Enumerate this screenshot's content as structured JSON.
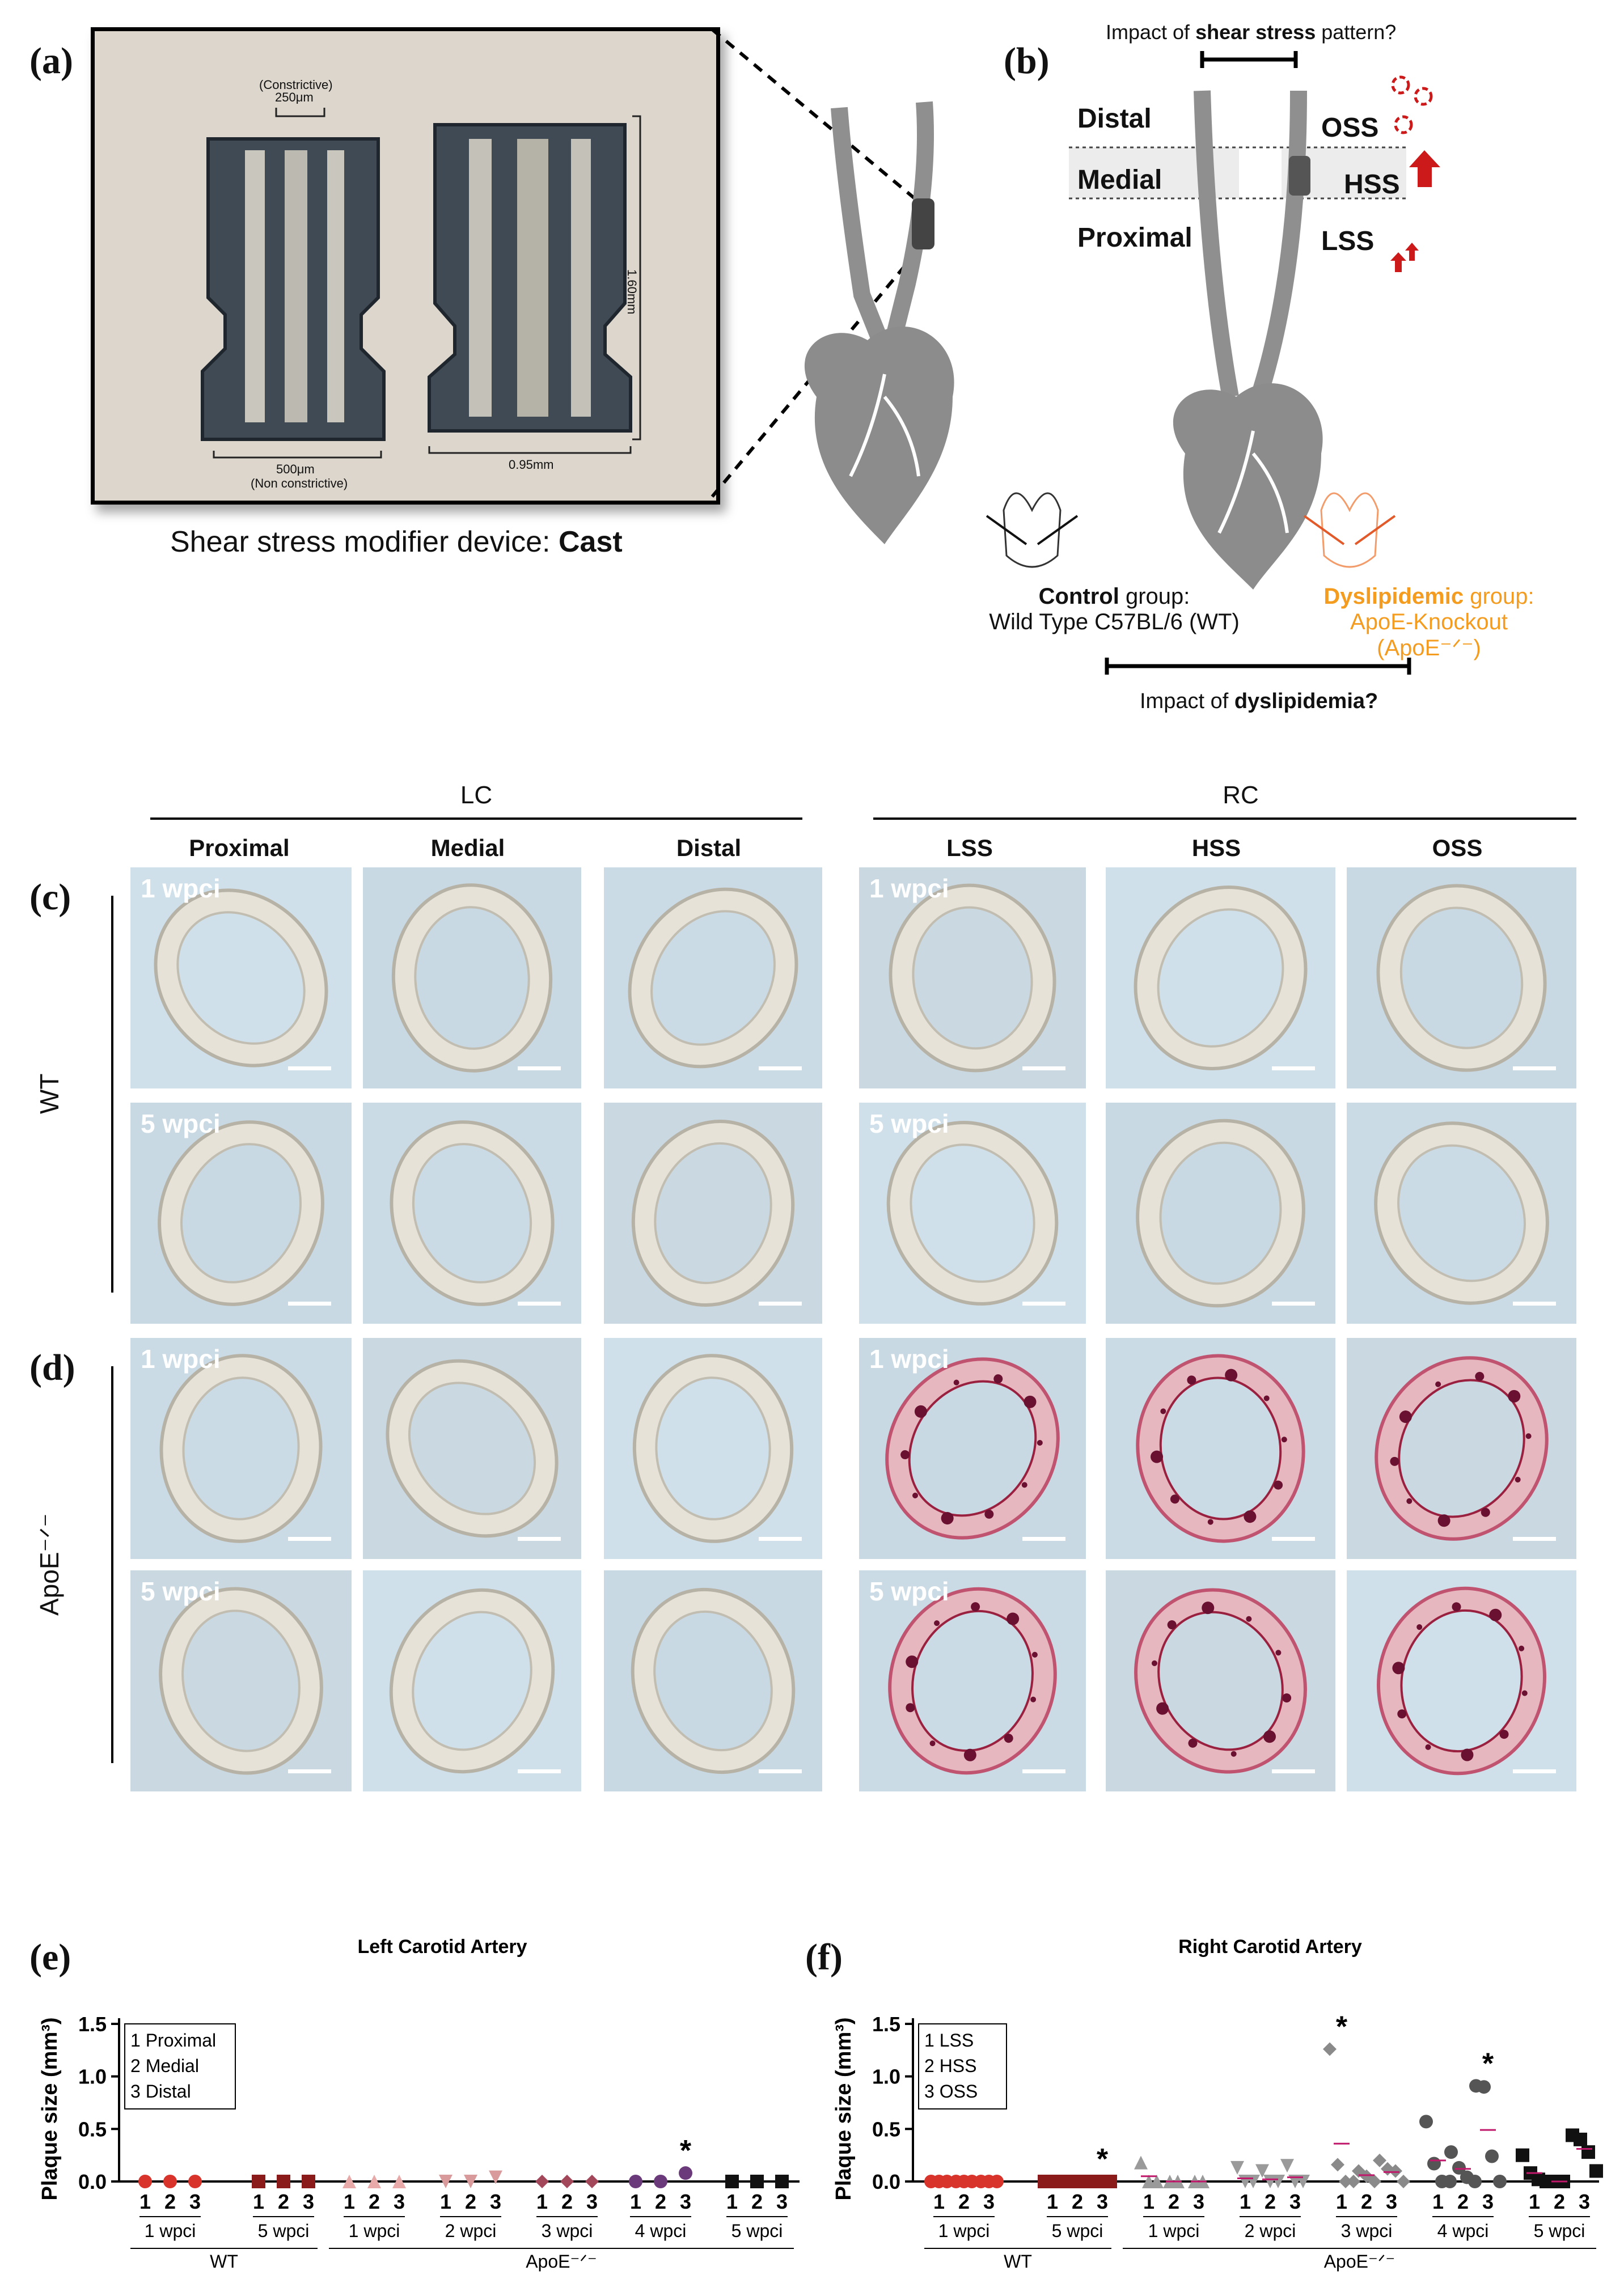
{
  "panel_a": {
    "label": "(a)",
    "constrictive_label": "(Constrictive)",
    "constrictive_size": "250μm",
    "nonconstrictive_size": "500μm",
    "nonconstrictive_label": "(Non constrictive)",
    "height_label": "1.60mm",
    "width_label": "0.95mm",
    "caption_prefix": "Shear stress modifier device: ",
    "caption_bold": "Cast"
  },
  "panel_b": {
    "label": "(b)",
    "top_question_prefix": "Impact of ",
    "top_question_bold": "shear stress",
    "top_question_suffix": " pattern?",
    "left_regions": [
      "Distal",
      "Medial",
      "Proximal"
    ],
    "right_regions": [
      "OSS",
      "HSS",
      "LSS"
    ],
    "control_bold": "Control",
    "control_suffix": " group:",
    "control_line2": "Wild Type C57BL/6 (WT)",
    "dys_bold": "Dyslipidemic",
    "dys_suffix": " group:",
    "dys_line2": "ApoE-Knockout (ApoE⁻ᐟ⁻)",
    "bottom_question_prefix": "Impact of ",
    "bottom_question_bold": "dyslipidemia?",
    "accent_color": "#f39c1f",
    "arrow_color": "#cc1a1a"
  },
  "panel_c": {
    "label": "(c)",
    "row_group": "WT"
  },
  "panel_d": {
    "label": "(d)",
    "row_group": "ApoE⁻ᐟ⁻"
  },
  "grid": {
    "group_lc": "LC",
    "group_rc": "RC",
    "columns": [
      "Proximal",
      "Medial",
      "Distal",
      "LSS",
      "HSS",
      "OSS"
    ],
    "time_labels": [
      "1 wpci",
      "5 wpci",
      "1 wpci",
      "5 wpci"
    ]
  },
  "chart_data": [
    {
      "type": "scatter",
      "panel": "(e)",
      "title": "Left Carotid Artery",
      "ylabel": "Plaque size (mm³)",
      "ylim": [
        0,
        1.5
      ],
      "yticks": [
        "0.0",
        "0.5",
        "1.0",
        "1.5"
      ],
      "legend": [
        "Proximal",
        "Medial",
        "Distal"
      ],
      "legend_position": "top-left",
      "groups": [
        "WT",
        "ApoE⁻ᐟ⁻"
      ],
      "timepoints": [
        {
          "group": "WT",
          "label": "1 wpci",
          "values": [
            0,
            0,
            0
          ],
          "color": "#d9342b",
          "marker": "circle"
        },
        {
          "group": "WT",
          "label": "5 wpci",
          "values": [
            0,
            0,
            0
          ],
          "color": "#8b1a1a",
          "marker": "square"
        },
        {
          "group": "ApoE⁻ᐟ⁻",
          "label": "1 wpci",
          "values": [
            0,
            0,
            0
          ],
          "color": "#e8a9a9",
          "marker": "triangle-up"
        },
        {
          "group": "ApoE⁻ᐟ⁻",
          "label": "2 wpci",
          "values": [
            0,
            0,
            0.04
          ],
          "color": "#d89a9a",
          "marker": "triangle-down"
        },
        {
          "group": "ApoE⁻ᐟ⁻",
          "label": "3 wpci",
          "values": [
            0,
            0,
            0
          ],
          "color": "#a3475a",
          "marker": "diamond"
        },
        {
          "group": "ApoE⁻ᐟ⁻",
          "label": "4 wpci",
          "values": [
            0,
            0,
            0.08
          ],
          "color": "#6b3a7a",
          "marker": "circle"
        },
        {
          "group": "ApoE⁻ᐟ⁻",
          "label": "5 wpci",
          "values": [
            0,
            0,
            0
          ],
          "color": "#111111",
          "marker": "square"
        }
      ],
      "significance": [
        {
          "timepoint": "4 wpci",
          "region": 3,
          "mark": "*"
        }
      ]
    },
    {
      "type": "scatter",
      "panel": "(f)",
      "title": "Right Carotid Artery",
      "ylabel": "Plaque size (mm³)",
      "ylim": [
        0,
        1.5
      ],
      "yticks": [
        "0.0",
        "0.5",
        "1.0",
        "1.5"
      ],
      "legend": [
        "LSS",
        "HSS",
        "OSS"
      ],
      "legend_position": "top-left",
      "groups": [
        "WT",
        "ApoE⁻ᐟ⁻"
      ],
      "timepoints": [
        {
          "group": "WT",
          "label": "1 wpci",
          "values": [
            [
              0,
              0,
              0
            ],
            [
              0,
              0,
              0
            ],
            [
              0,
              0,
              0
            ]
          ],
          "color": "#d9342b",
          "marker": "circle"
        },
        {
          "group": "WT",
          "label": "5 wpci",
          "values": [
            [
              0,
              0,
              0
            ],
            [
              0,
              0,
              0
            ],
            [
              0,
              0,
              0
            ]
          ],
          "color": "#8b1a1a",
          "marker": "square"
        },
        {
          "group": "ApoE⁻ᐟ⁻",
          "label": "1 wpci",
          "values": [
            [
              0.18,
              0,
              0
            ],
            [
              0,
              0
            ],
            [
              0,
              0
            ]
          ],
          "means": [
            0.05,
            0,
            0
          ],
          "color": "#9a9a9a",
          "marker": "triangle-up"
        },
        {
          "group": "ApoE⁻ᐟ⁻",
          "label": "2 wpci",
          "values": [
            [
              0.13,
              0,
              0
            ],
            [
              0.1,
              0,
              0
            ],
            [
              0.15,
              0,
              0
            ]
          ],
          "means": [
            0.03,
            0.02,
            0.04
          ],
          "color": "#9a9a9a",
          "marker": "triangle-down"
        },
        {
          "group": "ApoE⁻ᐟ⁻",
          "label": "3 wpci",
          "values": [
            [
              1.26,
              0.16,
              0,
              0
            ],
            [
              0.1,
              0.05,
              0
            ],
            [
              0.2,
              0.12,
              0.1,
              0
            ]
          ],
          "means": [
            0.36,
            0.06,
            0.09
          ],
          "color": "#8a8a8a",
          "marker": "diamond"
        },
        {
          "group": "ApoE⁻ᐟ⁻",
          "label": "4 wpci",
          "values": [
            [
              0.57,
              0.17,
              0,
              0
            ],
            [
              0.28,
              0.13,
              0.04,
              0
            ],
            [
              0.91,
              0.9,
              0.24,
              0
            ]
          ],
          "means": [
            0.2,
            0.12,
            0.49
          ],
          "color": "#555555",
          "marker": "circle"
        },
        {
          "group": "ApoE⁻ᐟ⁻",
          "label": "5 wpci",
          "values": [
            [
              0.25,
              0.08,
              0.02,
              0
            ],
            [
              0,
              0
            ],
            [
              0.44,
              0.4,
              0.28,
              0.1
            ]
          ],
          "means": [
            0.08,
            0,
            0.31
          ],
          "color": "#111111",
          "marker": "square"
        }
      ],
      "significance": [
        {
          "timepoint": "3 wpci",
          "region": 1,
          "mark": "*"
        },
        {
          "timepoint": "4 wpci",
          "region": 3,
          "mark": "*"
        },
        {
          "timepoint": "5 wpci",
          "region": 3,
          "mark": "*"
        }
      ]
    }
  ],
  "panel_e": {
    "label": "(e)"
  },
  "panel_f": {
    "label": "(f)"
  },
  "tick_numbers": [
    "1",
    "2",
    "3"
  ]
}
